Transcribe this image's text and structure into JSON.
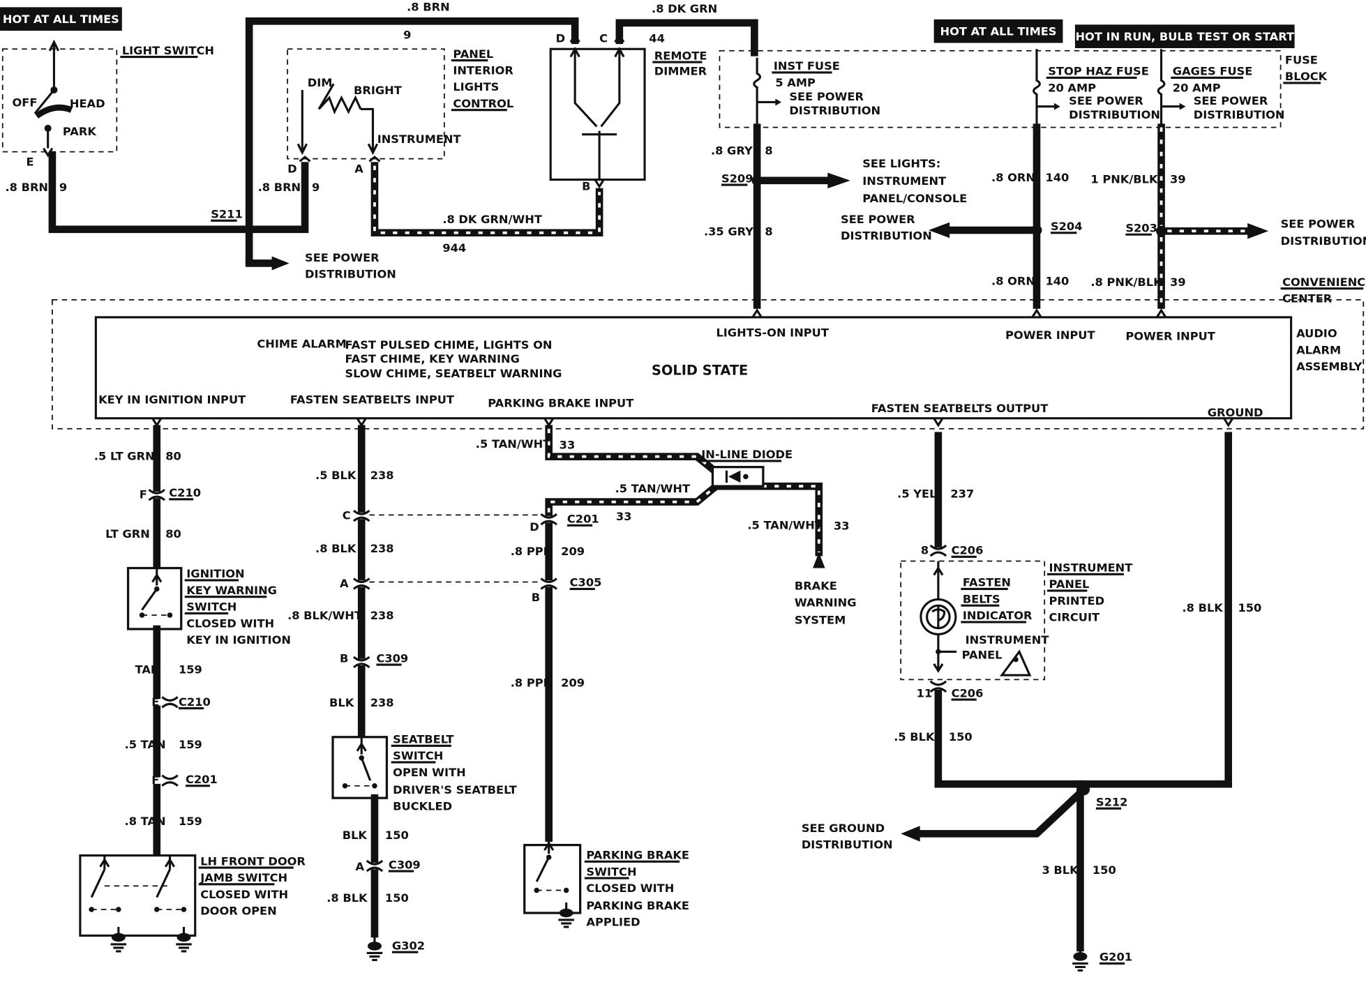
{
  "badges": {
    "hot_left": "HOT AT ALL TIMES",
    "hot_right": "HOT AT ALL TIMES",
    "hot_run": "HOT IN RUN, BULB TEST OR START"
  },
  "components": {
    "light_switch": {
      "l1": "LIGHT SWITCH",
      "off": "OFF",
      "head": "HEAD",
      "park": "PARK",
      "pin": "E"
    },
    "panel_control": {
      "l1": "PANEL",
      "l2": "INTERIOR",
      "l3": "LIGHTS",
      "l4": "CONTROL",
      "dim": "DIM",
      "bright": "BRIGHT",
      "instrument": "INSTRUMENT",
      "pin_d": "D",
      "pin_a": "A"
    },
    "remote_dimmer": {
      "l1": "REMOTE",
      "l2": "DIMMER",
      "pin_d": "D",
      "pin_c": "C",
      "pin_b": "B"
    },
    "fuse_block": {
      "l1": "FUSE",
      "l2": "BLOCK",
      "inst_fuse": "INST FUSE",
      "inst_amp": "5  AMP",
      "stop_fuse": "STOP HAZ FUSE",
      "stop_amp": "20 AMP",
      "gages_fuse": "GAGES FUSE",
      "gages_amp": "20 AMP",
      "see1": "SEE POWER",
      "dist1": "DISTRIBUTION"
    },
    "convenience_center": {
      "l1": "CONVENIENCE",
      "l2": "CENTER"
    },
    "audio_alarm": {
      "l1": "AUDIO",
      "l2": "ALARM",
      "l3": "ASSEMBLY",
      "solid_state": "SOLID STATE",
      "chime": "CHIME ALARM–",
      "c1": "FAST PULSED CHIME, LIGHTS ON",
      "c2": "FAST CHIME, KEY WARNING",
      "c3": "SLOW CHIME, SEATBELT WARNING",
      "lights_on_input": "LIGHTS-ON INPUT",
      "power_input": "POWER INPUT",
      "key_input": "KEY IN IGNITION INPUT",
      "fasten_input": "FASTEN SEATBELTS INPUT",
      "parking_input": "PARKING BRAKE INPUT",
      "fasten_output": "FASTEN SEATBELTS OUTPUT",
      "ground": "GROUND"
    },
    "ignition_switch": {
      "l1": "IGNITION",
      "l2": "KEY WARNING",
      "l3": "SWITCH",
      "l4": "CLOSED WITH",
      "l5": "KEY IN IGNITION"
    },
    "door_switch": {
      "l1": "LH FRONT DOOR",
      "l2": "JAMB SWITCH",
      "l3": "CLOSED WITH",
      "l4": "DOOR OPEN"
    },
    "seatbelt_switch": {
      "l1": "SEATBELT",
      "l2": "SWITCH",
      "l3": "OPEN WITH",
      "l4": "DRIVER'S SEATBELT",
      "l5": "BUCKLED"
    },
    "parking_switch": {
      "l1": "PARKING BRAKE",
      "l2": "SWITCH",
      "l3": "CLOSED WITH",
      "l4": "PARKING BRAKE",
      "l5": "APPLIED"
    },
    "diode": {
      "l1": "IN-LINE DIODE"
    },
    "brake": {
      "l1": "BRAKE",
      "l2": "WARNING",
      "l3": "SYSTEM"
    },
    "indicator": {
      "l1": "FASTEN",
      "l2": "BELTS",
      "l3": "INDICATOR",
      "l4": "INSTRUMENT",
      "l5": "PANEL"
    },
    "ipc": {
      "l1": "INSTRUMENT",
      "l2": "PANEL",
      "l3": "PRINTED",
      "l4": "CIRCUIT"
    }
  },
  "references": {
    "see_power": "SEE POWER",
    "distribution": "DISTRIBUTION",
    "see_lights": "SEE LIGHTS:",
    "instrument": "INSTRUMENT",
    "panel_console": "PANEL/CONSOLE",
    "see_ground": "SEE GROUND",
    "ground_dist": "DISTRIBUTION"
  },
  "wires": {
    "brn_top": ".8 BRN",
    "c9": "9",
    "dkgrn_top": ".8 DK GRN",
    "c44": "44",
    "brn_e": ".8 BRN",
    "brn_d": ".8 BRN",
    "dkgrnwht": ".8 DK GRN/WHT",
    "c944": "944",
    "gry8": ".8 GRY",
    "c8": "8",
    "gry35": ".35 GRY",
    "orn_top": ".8 ORN",
    "c140": "140",
    "orn_bot": ".8 ORN",
    "pnkblk_top": "1 PNK/BLK",
    "c39": "39",
    "pnkblk_bot": ".8 PNK/BLK",
    "ltgrn5": ".5 LT GRN",
    "c80": "80",
    "ltgrn": "LT GRN",
    "tan": "TAN",
    "c159": "159",
    "tan5": ".5 TAN",
    "tan8": ".8 TAN",
    "blk5": ".5 BLK",
    "c238": "238",
    "blk8": ".8 BLK",
    "blkwht": ".8 BLK/WHT",
    "blk": "BLK",
    "c150": "150",
    "blk8b": ".8 BLK",
    "tanwht_a": ".5 TAN/WHT",
    "c33": "33",
    "tanwht_b": ".5 TAN/WHT",
    "tanwht_c": ".5 TAN/WHT",
    "ppl8": ".8 PPL",
    "c209": "209",
    "ppl8b": ".8 PPL",
    "yel5": ".5 YEL",
    "c237": "237",
    "blk8_r": ".8 BLK",
    "blk5_r": ".5 BLK",
    "blk3": "3 BLK"
  },
  "connectors": {
    "s211": "S211",
    "s209": "S209",
    "s204": "S204",
    "s203": "S203",
    "s212": "S212",
    "c210a": "C210",
    "pin_f": "F",
    "c210b": "C210",
    "pin_e": "E",
    "c201a": "C201",
    "pin_f2": "F",
    "pin_c": "C",
    "pin_a": "A",
    "pin_b": "B",
    "c309": "C309",
    "c309b": "C309",
    "pin_a2": "A",
    "c201d": "C201",
    "pin_d": "D",
    "c305": "C305",
    "pin_b2": "B",
    "c206a": "C206",
    "pin_8": "8",
    "c206b": "C206",
    "pin_11": "11",
    "g302": "G302",
    "g201": "G201"
  }
}
